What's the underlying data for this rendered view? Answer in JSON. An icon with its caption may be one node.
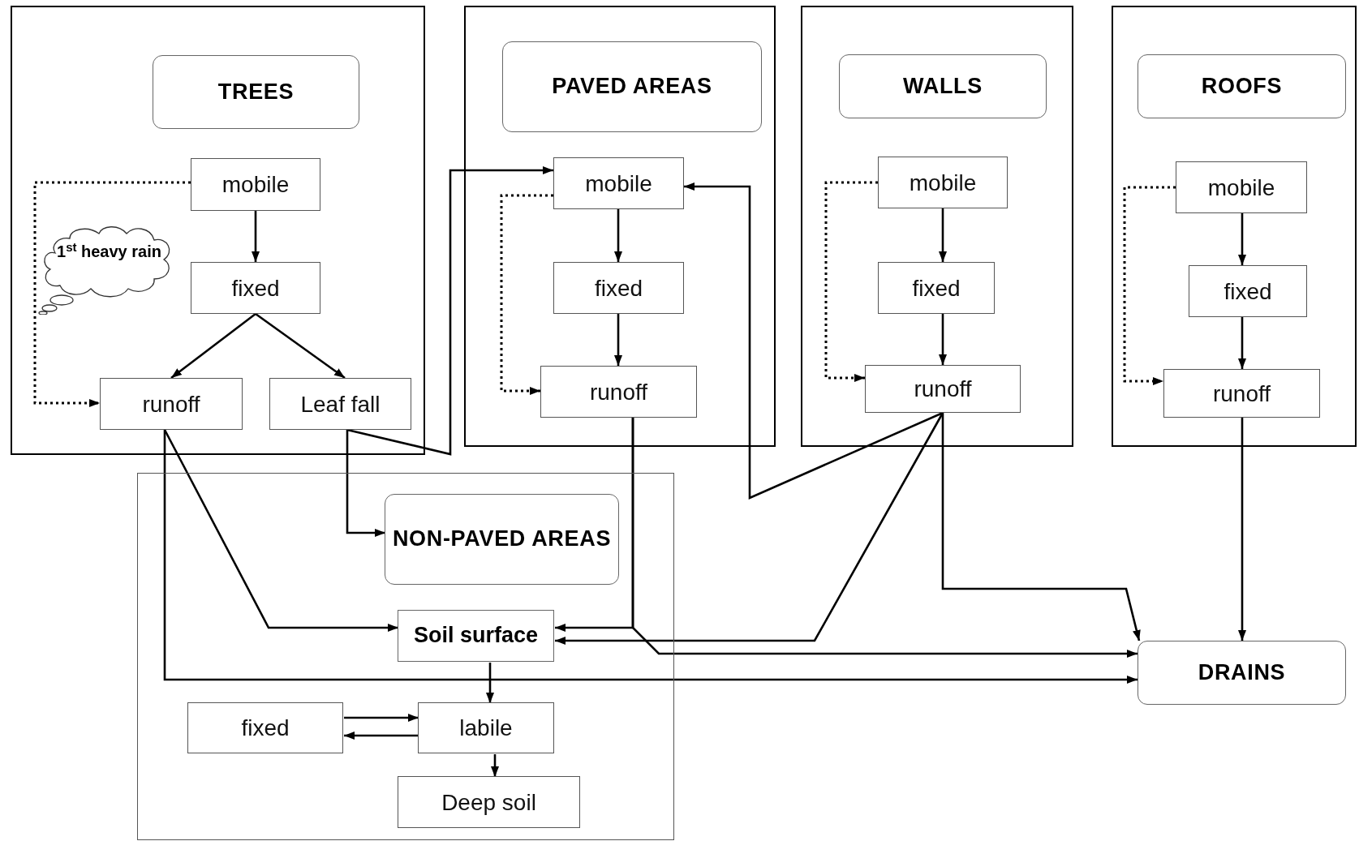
{
  "diagram": {
    "nodes": [
      {
        "text": [],
        "shape": "box"
      },
      {
        "text": [
          "TREES"
        ],
        "in": 0
      },
      {
        "text": [
          "mobile"
        ],
        "in": 0
      },
      {
        "text": [
          "1$^{st}$ heavy rain"
        ],
        "in": 0
      },
      {
        "text": [
          "fixed"
        ],
        "in": 0
      },
      {
        "text": [
          "runoff"
        ],
        "in": 0
      },
      {
        "text": [
          "Leaf fall"
        ],
        "in": 0
      },
      {
        "text": [],
        "shape": "box"
      },
      {
        "text": [
          "PAVED AREAS"
        ],
        "in": 7
      },
      {
        "text": [
          "mobile"
        ],
        "in": 7
      },
      {
        "text": [
          "fixed"
        ],
        "in": 7
      },
      {
        "text": [
          "runoff"
        ],
        "in": 7
      },
      {
        "text": [],
        "shape": "box"
      },
      {
        "text": [
          "WALLS"
        ],
        "in": 12
      },
      {
        "text": [
          "mobile"
        ],
        "in": 12
      },
      {
        "text": [
          "fixed"
        ],
        "in": 12
      },
      {
        "text": [
          "runoff"
        ],
        "in": 12
      },
      {
        "text": [],
        "shape": "box"
      },
      {
        "text": [
          "ROOFS"
        ],
        "in": 17
      },
      {
        "text": [
          "mobile"
        ],
        "in": 17
      },
      {
        "text": [
          "fixed"
        ],
        "in": 17
      },
      {
        "text": [
          "runoff"
        ],
        "in": 17
      },
      {
        "text": [],
        "shape": "box"
      },
      {
        "text": [
          "NON-PAVED AREAS"
        ],
        "in": 22
      },
      {
        "text": [
          "Soil surface"
        ],
        "in": 22
      },
      {
        "text": [
          "fixed"
        ],
        "in": 22
      },
      {
        "text": [
          "labile"
        ],
        "in": 22
      },
      {
        "text": [
          "Deep soil"
        ],
        "in": 22
      },
      {
        "text": [
          "DRAINS"
        ]
      }
    ],
    "edges": [
      {
        "from": 2,
        "to": 4,
        "arrow": "to"
      },
      {
        "from": 4,
        "to": 5,
        "arrow": "to"
      },
      {
        "from": 4,
        "to": 6,
        "arrow": "to"
      },
      {
        "from": 2,
        "to": 5,
        "arrow": "to",
        "style": "dashed"
      },
      {
        "from": 9,
        "to": 10,
        "arrow": "to"
      },
      {
        "from": 10,
        "to": 11,
        "arrow": "to"
      },
      {
        "from": 9,
        "to": 11,
        "arrow": "to",
        "style": "dashed"
      },
      {
        "from": 14,
        "to": 15,
        "arrow": "to"
      },
      {
        "from": 15,
        "to": 16,
        "arrow": "to"
      },
      {
        "from": 14,
        "to": 16,
        "arrow": "to",
        "style": "dashed"
      },
      {
        "from": 19,
        "to": 20,
        "arrow": "to"
      },
      {
        "from": 20,
        "to": 21,
        "arrow": "to"
      },
      {
        "from": 19,
        "to": 21,
        "arrow": "to",
        "style": "dashed"
      },
      {
        "from": 5,
        "to": 24,
        "arrow": "to"
      },
      {
        "from": 5,
        "to": 28,
        "arrow": "to"
      },
      {
        "from": 6,
        "to": 23,
        "arrow": "to"
      },
      {
        "from": 6,
        "to": 9,
        "arrow": "to"
      },
      {
        "from": 11,
        "to": 24,
        "arrow": "to"
      },
      {
        "from": 11,
        "to": 28,
        "arrow": "to"
      },
      {
        "from": 16,
        "to": 9,
        "arrow": "to"
      },
      {
        "from": 16,
        "to": 24,
        "arrow": "to"
      },
      {
        "from": 16,
        "to": 28,
        "arrow": "to"
      },
      {
        "from": 21,
        "to": 28,
        "arrow": "to"
      },
      {
        "from": 24,
        "to": 26,
        "arrow": "to"
      },
      {
        "from": 25,
        "to": 26,
        "arrow": "to"
      },
      {
        "from": 26,
        "to": 25,
        "arrow": "to"
      },
      {
        "from": 26,
        "to": 27,
        "arrow": "to"
      }
    ]
  }
}
